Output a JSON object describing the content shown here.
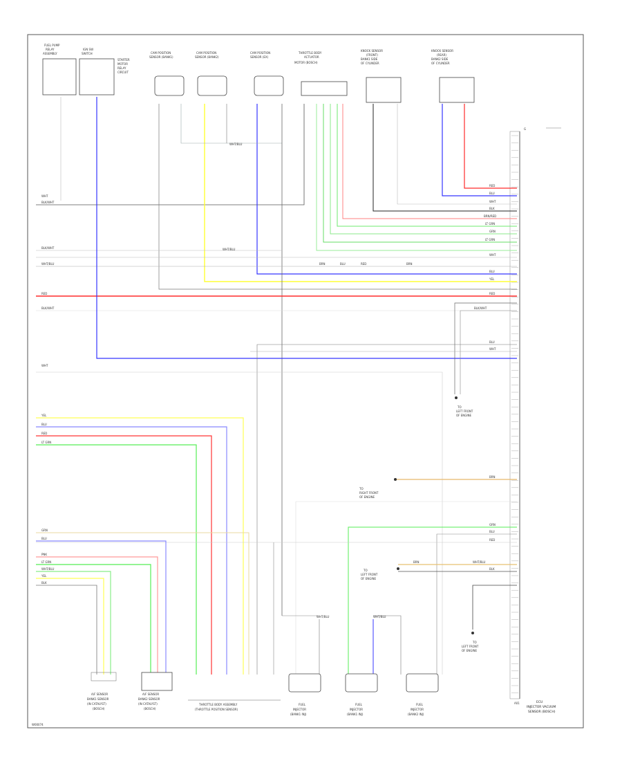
{
  "footer": {
    "code": "W00074"
  },
  "ecu": {
    "label_a": "ECU",
    "label_b": "INJECTOR VACUUM",
    "label_c": "SENSOR (BOSCH)",
    "pin_top": "G",
    "pin_bottom": "A01"
  },
  "components": {
    "c1": {
      "name_a": "FUEL PUMP",
      "name_b": "RELAY",
      "name_c": "ASSEMBLY"
    },
    "c2": {
      "name_a": "IGN SW",
      "name_b": "SWITCH",
      "note_a": "STARTER",
      "note_b": "MOTOR",
      "note_c": "RELAY",
      "note_d": "CIRCUIT"
    },
    "c3": {
      "name_a": "CAM POSITION",
      "name_b": "SENSOR (BANK1)"
    },
    "c4": {
      "name_a": "CAM POSITION",
      "name_b": "SENSOR (BANK2)"
    },
    "c5": {
      "name_a": "CAM POSITION",
      "name_b": "SENSOR (EX)"
    },
    "c6": {
      "name_a": "THROTTLE BODY",
      "name_b": "ACTUATOR",
      "name_c": "MOTOR (BOSCH)"
    },
    "c7": {
      "name_a": "KNOCK SENSOR",
      "name_b": "(FRONT)",
      "name_c": "BANK1 SIDE",
      "name_d": "OF CYLINDER"
    },
    "c8": {
      "name_a": "KNOCK SENSOR",
      "name_b": "(REAR)",
      "name_c": "BANK2 SIDE",
      "name_d": "OF CYLINDER"
    },
    "b1": {
      "name_a": "A/F SENSOR",
      "name_b": "BANK1 SENSOR",
      "name_c": "(IN CATALYST)",
      "name_d": "(BOSCH)"
    },
    "b2": {
      "name_a": "A/F SENSOR",
      "name_b": "BANK2 SENSOR",
      "name_c": "(IN CATALYST)",
      "name_d": "(BOSCH)"
    },
    "b3": {
      "name_a": "THROTTLE BODY ASSEMBLY",
      "name_b": "(THROTTLE POSITION SENSOR)"
    },
    "b4": {
      "name_a": "FUEL",
      "name_b": "INJECTOR",
      "name_c": "(BANK1 INJ)"
    },
    "b5": {
      "name_a": "FUEL",
      "name_b": "INJECTOR",
      "name_c": "(BANK1 INJ)"
    },
    "b6": {
      "name_a": "FUEL",
      "name_b": "INJECTOR",
      "name_c": "(BANK2 INJ)"
    }
  },
  "grounds": {
    "g1": {
      "label": "TO",
      "name_a": "LEFT FRONT",
      "name_b": "OF ENGINE"
    },
    "g2": {
      "label": "TO",
      "name_a": "RIGHT FRONT",
      "name_b": "OF ENGINE"
    },
    "g3": {
      "label": "TO",
      "name_a": "LEFT FRONT",
      "name_b": "OF ENGINE"
    },
    "g4": {
      "label": "TO",
      "name_a": "LEFT FRONT",
      "name_b": "OF ENGINE"
    }
  },
  "left_labels": {
    "a": "BLK/WHT",
    "b": "WHT",
    "c": "BLK/WHT",
    "d": "WHT/BLU",
    "e": "RED",
    "f": "BLK/WHT",
    "g": "WHT",
    "h": "YEL",
    "i": "BLU",
    "j": "RED",
    "k": "LT GRN",
    "l": "GRN",
    "m": "BLU",
    "n": "PNK",
    "o": "LT GRN",
    "p": "WHT/BLU",
    "q": "YEL",
    "r": "BLK"
  },
  "wire_labels": {
    "w1": "WHT/BLU",
    "w2": "WHT/BLU",
    "w3": "BRN",
    "w4": "BLU",
    "w5": "RED",
    "w6": "BRN",
    "w7": "WHT/BLU",
    "w8": "WHT/BLU",
    "w9": "BRN"
  },
  "ecu_pins": {
    "p1": "RED",
    "p2": "BLU",
    "p3": "WHT",
    "p4": "BLK",
    "p5": "BRN/RED",
    "p6": "LT GRN",
    "p7": "GRN",
    "p8": "LT GRN",
    "p9": "WHT",
    "p10": "BLU",
    "p11": "YEL",
    "p12": "RED",
    "p13": "BLK/WHT",
    "p14": "BLU",
    "p15": "WHT",
    "p16": "BRN",
    "p17": "GRN",
    "p18": "BLU",
    "p19": "RED",
    "p20": "WHT/BLU",
    "p21": "BLK"
  }
}
